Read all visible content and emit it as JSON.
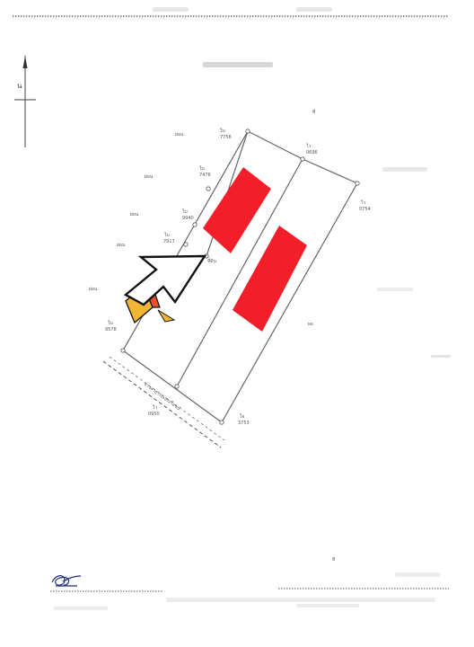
{
  "document": {
    "type": "land parcel survey map",
    "north_letter": "น"
  },
  "accent_colors": {
    "parcel_fill": "#f21f2a",
    "arrow_gold": "#f2b632",
    "arrow_orange": "#e8502a",
    "line": "#666666"
  },
  "markers": {
    "top": {
      "prefix": "ใบ",
      "code": "7756"
    },
    "top_right": {
      "prefix": "ใว",
      "code": "0696"
    },
    "right": {
      "prefix": "ใว",
      "code": "0754"
    },
    "left_1": {
      "prefix": "ใบ",
      "code": "7476"
    },
    "left_2": {
      "prefix": "ใบ",
      "code": "9940"
    },
    "left_3": {
      "prefix": "ใบ",
      "code": "7917"
    },
    "bottom_left": {
      "prefix": "ใบ",
      "code": "9578"
    },
    "bottom": {
      "prefix": "ใว",
      "code": "0950"
    },
    "bottom_right": {
      "prefix": "ใจ",
      "code": "3753"
    }
  },
  "neighbor_labels": [
    "ผ่อน",
    "ผ่อน",
    "ผ่อน",
    "ผ่อน",
    "ผ่อน"
  ],
  "road_label": "ทางสาธารณประโยชน์",
  "corner_label": "ที่ดิน",
  "misc_labels": {
    "right_top": "ที่",
    "right_mid": "ผอ",
    "bottom_right": "ที"
  },
  "icons": [
    "compass-north-icon",
    "pointer-arrow-icon",
    "signature-icon"
  ]
}
